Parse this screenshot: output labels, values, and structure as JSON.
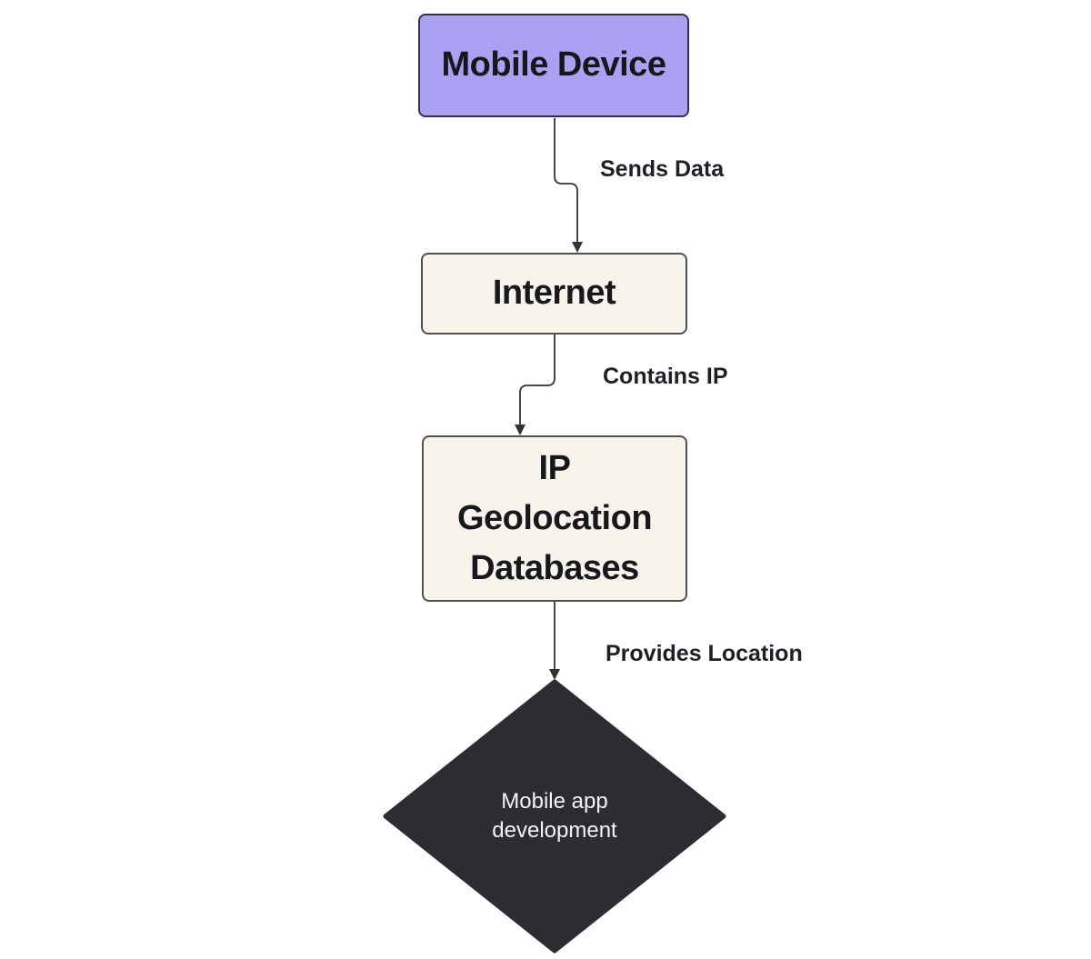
{
  "canvas": {
    "background": "#ffffff"
  },
  "nodes": {
    "mobile_device": {
      "label": "Mobile Device",
      "fill": "#a9a2f2",
      "border": "#343050",
      "text_color": "#16181d"
    },
    "internet": {
      "label": "Internet",
      "fill": "#f8f4ec",
      "border": "#505050",
      "text_color": "#16181d"
    },
    "ip_geolocation_databases": {
      "label": "IP\nGeolocation\nDatabases",
      "fill": "#f8f4ec",
      "border": "#505050",
      "text_color": "#16181d"
    },
    "mobile_app_development": {
      "label": "Mobile app\ndevelopment",
      "fill": "#2b2d33",
      "text_color": "#f5f5f5"
    }
  },
  "edges": [
    {
      "from": "mobile_device",
      "to": "internet",
      "label": "Sends Data"
    },
    {
      "from": "internet",
      "to": "ip_geolocation_databases",
      "label": "Contains IP"
    },
    {
      "from": "ip_geolocation_databases",
      "to": "mobile_app_development",
      "label": "Provides Location"
    }
  ],
  "style": {
    "edge_line_color": "#333333",
    "edge_label_color": "#1d2025"
  }
}
